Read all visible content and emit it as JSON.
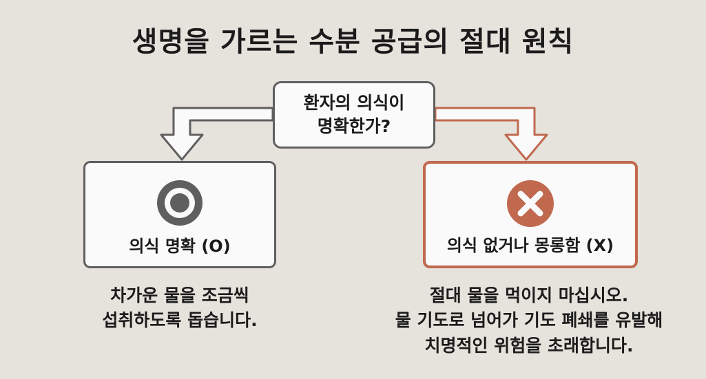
{
  "title": "생명을 가르는 수분 공급의 절대 원칙",
  "question": "환자의 의식이\n명확한가?",
  "branches": {
    "left": {
      "label": "의식 명확 (O)",
      "icon": "circle-o-icon",
      "color": "#5f5f5f",
      "description": "차가운 물을 조금씩\n섭취하도록 돕습니다."
    },
    "right": {
      "label": "의식 없거나 몽롱함 (X)",
      "icon": "x-mark-icon",
      "color": "#c0694f",
      "description": "절대 물을 먹이지 마십시오.\n물 기도로 넘어가 기도 폐쇄를 유발해\n치명적인 위험을 초래합니다."
    }
  }
}
